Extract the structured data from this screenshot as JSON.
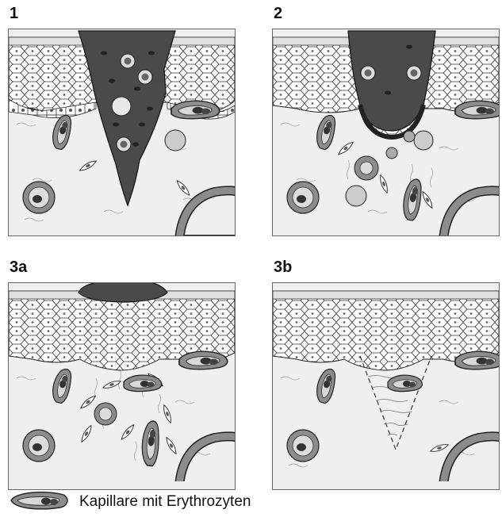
{
  "panels": [
    {
      "label": "1"
    },
    {
      "label": "2"
    },
    {
      "label": "3a"
    },
    {
      "label": "3b"
    }
  ],
  "legend": {
    "text": "Kapillare mit Erythrozyten",
    "icon": "capillary-icon"
  },
  "colors": {
    "wound": "#4a4a4a",
    "dermis": "#efefef",
    "vessel_wall": "#8c8c8c",
    "cell_fill": "#ffffff",
    "outline": "#222222"
  }
}
